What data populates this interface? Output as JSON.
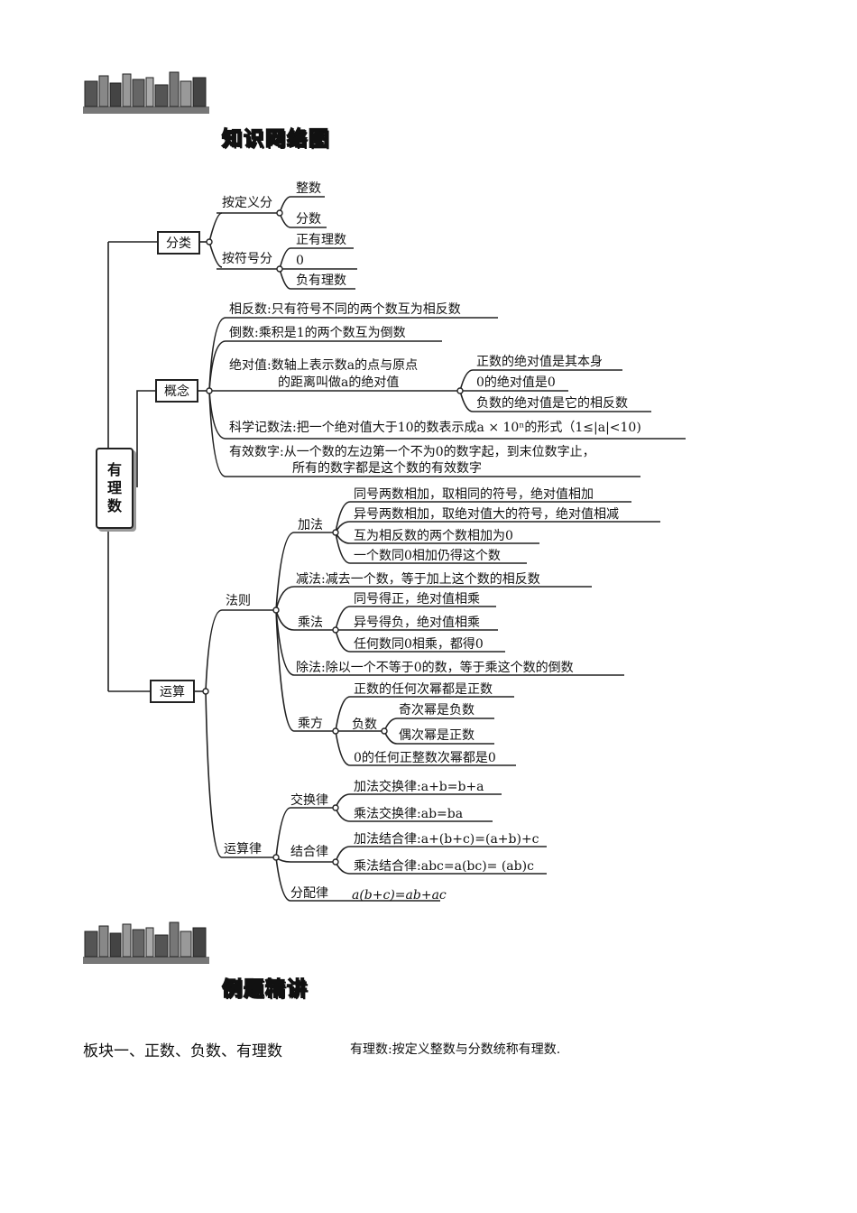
{
  "headings": {
    "knowledge_map": "知识网络图",
    "examples": "例题精讲"
  },
  "root": {
    "chars": [
      "有",
      "理",
      "数"
    ]
  },
  "classification": {
    "label": "分类",
    "by_definition": {
      "label": "按定义分",
      "items": [
        "整数",
        "分数"
      ]
    },
    "by_sign": {
      "label": "按符号分",
      "items": [
        "正有理数",
        "0",
        "负有理数"
      ]
    }
  },
  "concepts": {
    "label": "概念",
    "opposite": "相反数:只有符号不同的两个数互为相反数",
    "reciprocal": "倒数:乘积是1的两个数互为倒数",
    "abs_line1": "绝对值:数轴上表示数a的点与原点",
    "abs_line2": "的距离叫做a的绝对值",
    "abs_items": [
      "正数的绝对值是其本身",
      "0的绝对值是0",
      "负数的绝对值是它的相反数"
    ],
    "sci_notation": "科学记数法:把一个绝对值大于10的数表示成a × 10ⁿ的形式（1≤|a|<10)",
    "sig_fig_line1": "有效数字:从一个数的左边第一个不为0的数字起，到末位数字止，",
    "sig_fig_line2": "所有的数字都是这个数的有效数字"
  },
  "operations": {
    "label": "运算",
    "rules": {
      "label": "法则",
      "addition": {
        "label": "加法",
        "items": [
          "同号两数相加，取相同的符号，绝对值相加",
          "异号两数相加，取绝对值大的符号，绝对值相减",
          "互为相反数的两个数相加为0",
          "一个数同0相加仍得这个数"
        ]
      },
      "subtraction": "减法:减去一个数，等于加上这个数的相反数",
      "multiplication": {
        "label": "乘法",
        "items": [
          "同号得正，绝对值相乘",
          "异号得负，绝对值相乘",
          "任何数同0相乘，都得0"
        ]
      },
      "division": "除法:除以一个不等于0的数，等于乘这个数的倒数",
      "power": {
        "label": "乘方",
        "positive": "正数的任何次幂都是正数",
        "negative": {
          "label": "负数",
          "items": [
            "奇次幂是负数",
            "偶次幂是正数"
          ]
        },
        "zero": "0的任何正整数次幂都是0"
      }
    },
    "laws": {
      "label": "运算律",
      "commutative": {
        "label": "交换律",
        "items": [
          "加法交换律:a+b=b+a",
          "乘法交换律:ab=ba"
        ]
      },
      "associative": {
        "label": "结合律",
        "items": [
          "加法结合律:a+(b+c)=(a+b)+c",
          "乘法结合律:abc=a(bc)= (ab)c"
        ]
      },
      "distributive": {
        "label": "分配律",
        "formula": "a(b+c)=ab+ac"
      }
    }
  },
  "footer": {
    "section": "板块一、正数、负数、有理数",
    "note": "有理数:按定义整数与分数统称有理数."
  }
}
